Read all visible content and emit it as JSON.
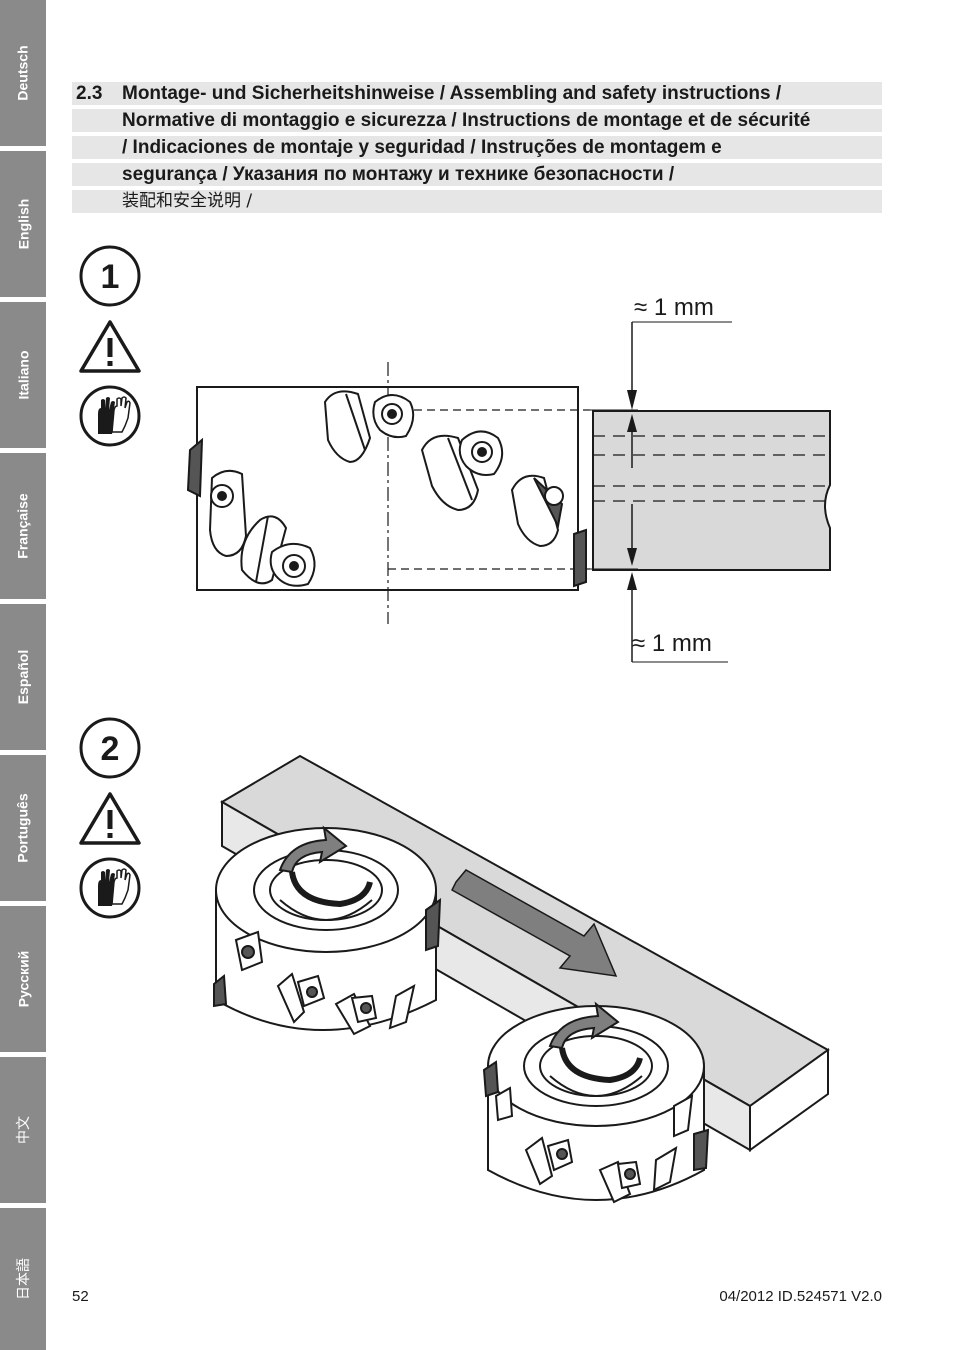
{
  "language_tabs": [
    {
      "label": "Deutsch"
    },
    {
      "label": "English"
    },
    {
      "label": "Italiano"
    },
    {
      "label": "Française"
    },
    {
      "label": "Español"
    },
    {
      "label": "Português"
    },
    {
      "label": "Русский"
    },
    {
      "label": "中文"
    },
    {
      "label": "日本語"
    }
  ],
  "heading": {
    "number": "2.3",
    "lines": [
      "Montage- und Sicherheitshinweise / Assembling and safety instructions /",
      "Normative di montaggio e sicurezza / Instructions de montage et de sécurité",
      "/ Indicaciones de montaje y seguridad / Instruções de montagem e",
      "segurança / Указания по монтажу и технике безопасности /",
      "装配和安全说明 /"
    ]
  },
  "steps": [
    {
      "number": "1"
    },
    {
      "number": "2"
    }
  ],
  "figure1": {
    "top_dimension": "≈ 1 mm",
    "bottom_dimension": "≈ 1 mm"
  },
  "footer": {
    "page_number": "52",
    "document_id": "04/2012 ID.524571 V2.0"
  },
  "colors": {
    "tab_background": "#8a8a8a",
    "heading_band": "#e6e6e6",
    "workpiece": "#d9d9d9",
    "arrow": "#7f7f7f"
  }
}
